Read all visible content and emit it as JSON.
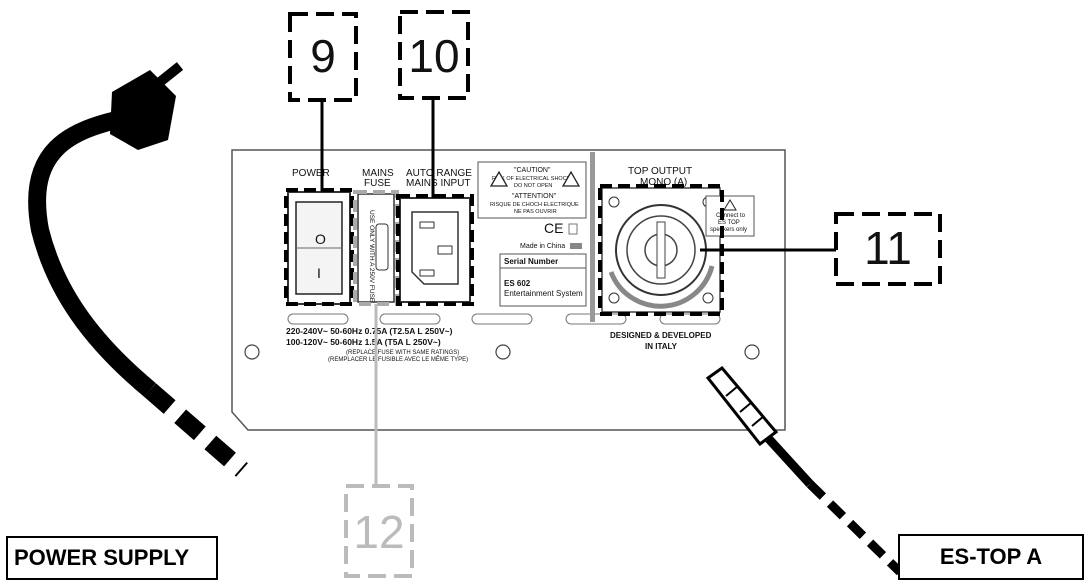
{
  "panel": {
    "power_label": "POWER",
    "fuse_label_1": "MAINS",
    "fuse_label_2": "FUSE",
    "input_label_1": "AUTO RANGE",
    "input_label_2": "MAINS INPUT",
    "switch_on": "I",
    "switch_off": "O",
    "fuse_holder_text": "USE ONLY WITH A 250V FUSE",
    "caution": {
      "title": "\"CAUTION\"",
      "line1": "RISK OF ELECTRICAL SHOCK",
      "line2": "DO NOT OPEN",
      "title_fr": "\"ATTENTION\"",
      "line1_fr": "RISQUE DE CHOCH ELECTRIQUE",
      "line2_fr": "NE PAS OUVRIR"
    },
    "ce_mark": "CE",
    "made_in": "Made in China",
    "serial_label": "Serial Number",
    "model": "ES 602",
    "model_desc": "Entertainment System",
    "top_output_1": "TOP OUTPUT",
    "top_output_2": "MONO (A)",
    "connect_note_1": "Connect to",
    "connect_note_2": "ES TOP",
    "connect_note_3": "speakers only",
    "ratings_1": "220-240V~ 50-60Hz 0.75A (T2.5A L 250V~)",
    "ratings_2": "100-120V~ 50-60Hz 1.5A (T5A L 250V~)",
    "ratings_3": "(REPLACE FUSE WITH SAME RATINGS)",
    "ratings_4": "(REMPLACER LE FUSIBLE AVEC LE MÊME TYPE)",
    "designed_1": "DESIGNED & DEVELOPED",
    "designed_2": "IN ITALY"
  },
  "callouts": [
    "9",
    "10",
    "11",
    "12"
  ],
  "labels": {
    "power_supply": "POWER SUPPLY",
    "es_top": "ES-TOP A"
  }
}
